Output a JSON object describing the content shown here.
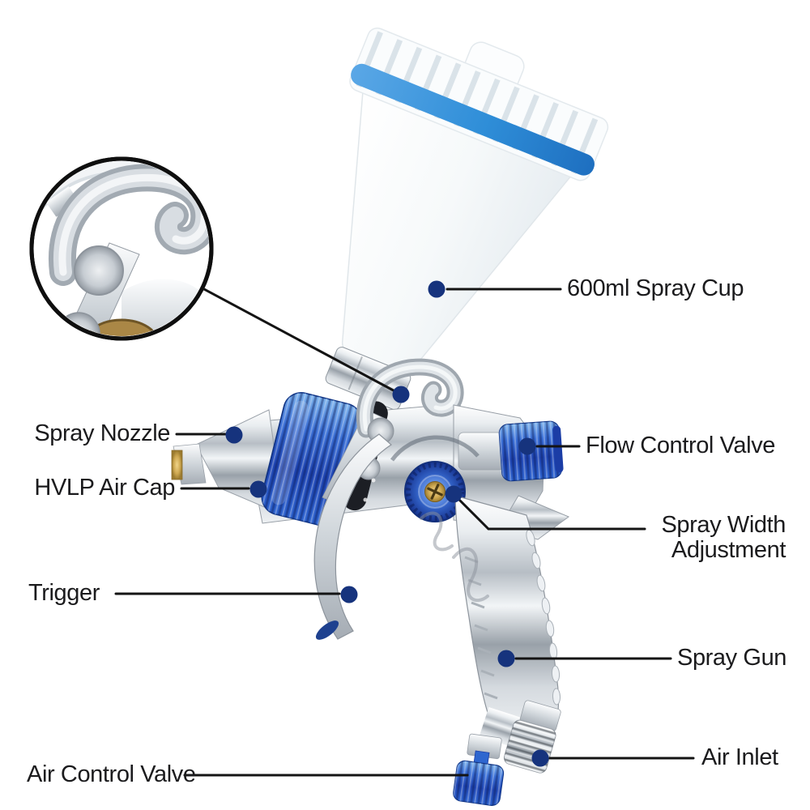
{
  "diagram": {
    "kind": "labeled product callout diagram",
    "background": "#ffffff"
  },
  "colors": {
    "callout_dot": "#16337d",
    "leader_line": "#141414",
    "label_text": "#1b1b1d",
    "cup_band_blue": "#2f8ed8",
    "knob_blue": "#2e66cf",
    "chrome_light": "#eef1f3",
    "chrome_dark": "#99a1a9"
  },
  "labels": {
    "spray_cup": {
      "text": "600ml Spray Cup"
    },
    "spray_nozzle": {
      "text": "Spray Nozzle"
    },
    "hvlp_air_cap": {
      "text": "HVLP Air Cap"
    },
    "flow_control_valve": {
      "text": "Flow Control Valve"
    },
    "spray_width_adjustment": {
      "line1": "Spray Width",
      "line2": "Adjustment"
    },
    "trigger": {
      "text": "Trigger"
    },
    "spray_gun": {
      "text": "Spray Gun"
    },
    "air_inlet": {
      "text": "Air Inlet"
    },
    "air_control_valve": {
      "text": "Air Control Valve"
    }
  }
}
